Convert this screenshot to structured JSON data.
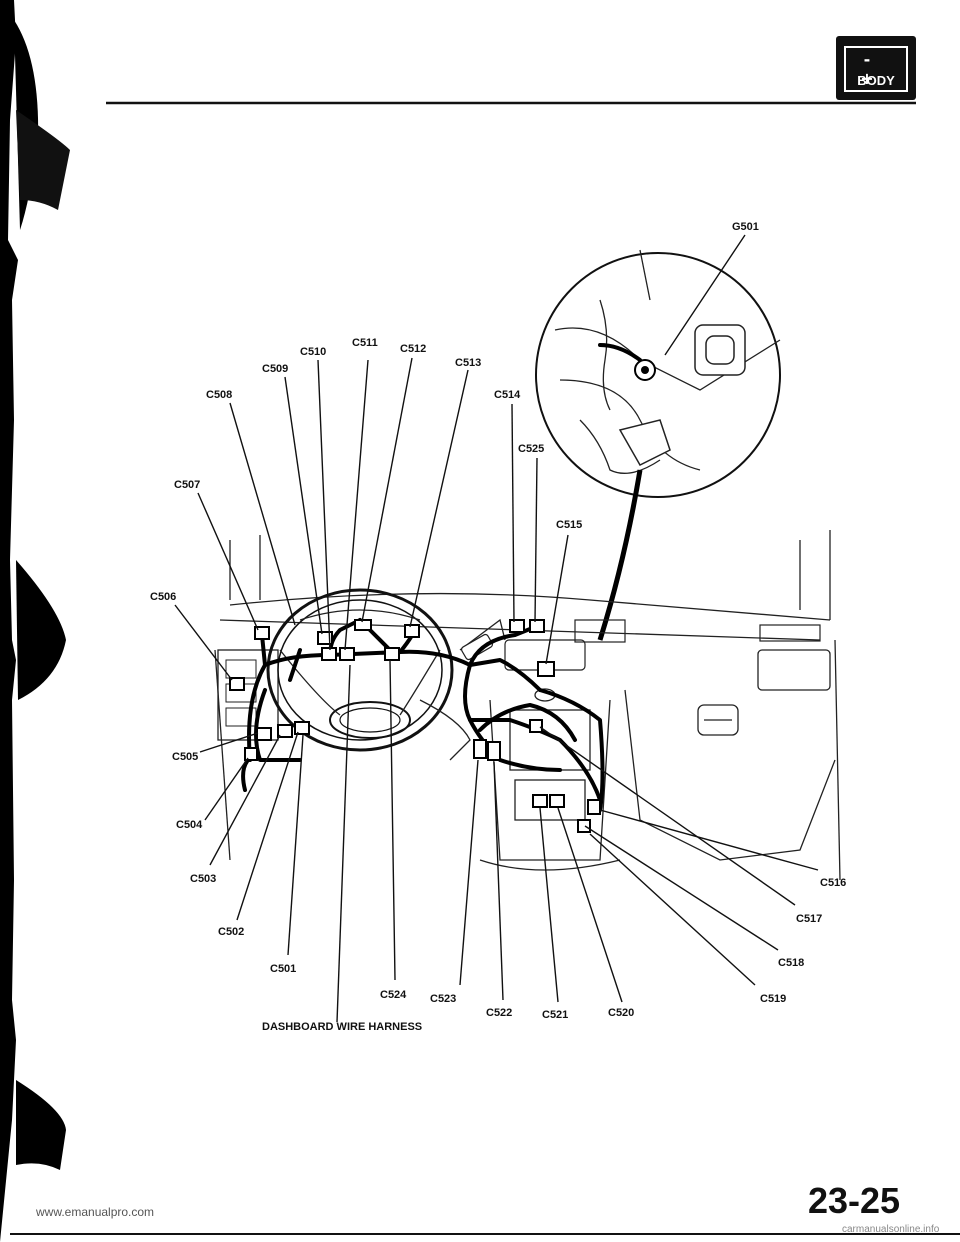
{
  "section_icon": {
    "signs": "- +",
    "label": "BODY"
  },
  "labels": {
    "g501": "G501",
    "c501": "C501",
    "c502": "C502",
    "c503": "C503",
    "c504": "C504",
    "c505": "C505",
    "c506": "C506",
    "c507": "C507",
    "c508": "C508",
    "c509": "C509",
    "c510": "C510",
    "c511": "C511",
    "c512": "C512",
    "c513": "C513",
    "c514": "C514",
    "c515": "C515",
    "c516": "C516",
    "c517": "C517",
    "c518": "C518",
    "c519": "C519",
    "c520": "C520",
    "c521": "C521",
    "c522": "C522",
    "c523": "C523",
    "c524": "C524",
    "c525": "C525",
    "harness": "DASHBOARD WIRE HARNESS"
  },
  "page_number": "23-25",
  "footer_url": "www.emanualpro.com",
  "footer_right": "carmanualsonline.info"
}
